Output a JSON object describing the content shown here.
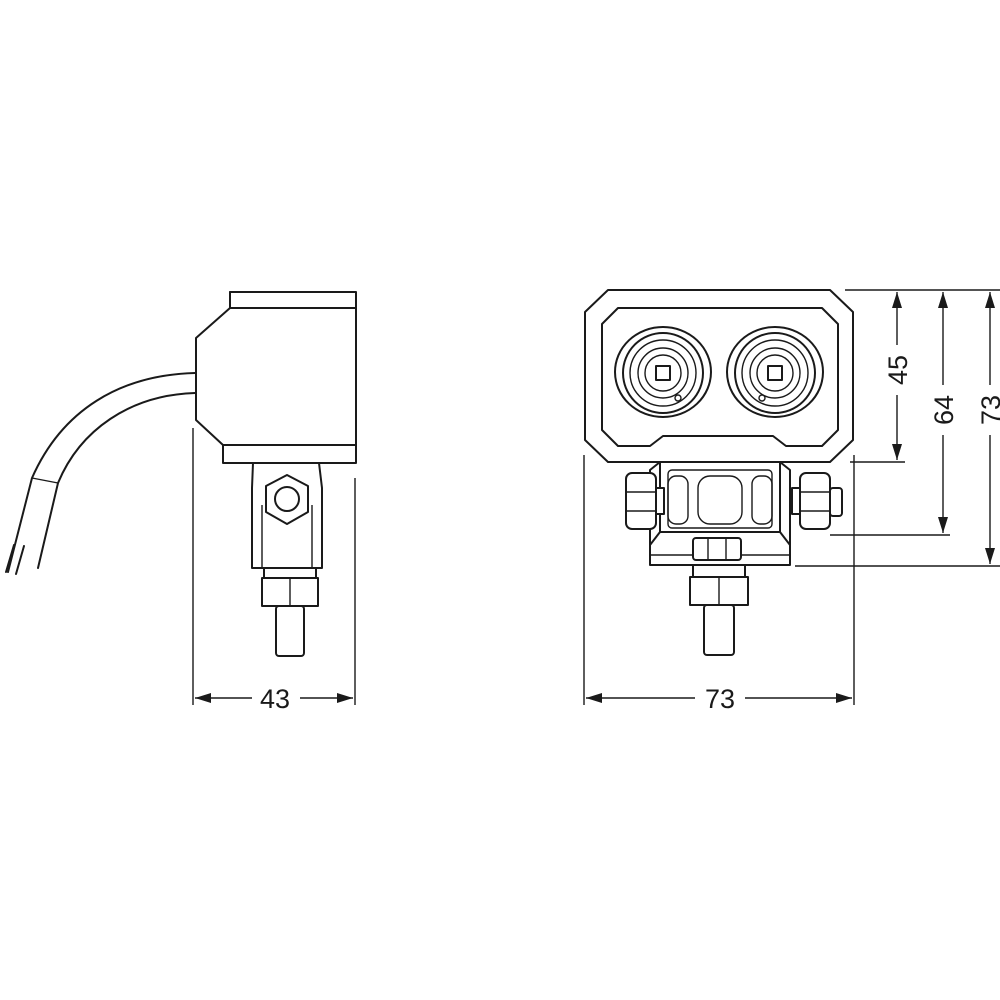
{
  "dimensions": {
    "side_width": "43",
    "front_width": "73",
    "lens_height": "45",
    "housing_height": "64",
    "total_height": "73"
  }
}
